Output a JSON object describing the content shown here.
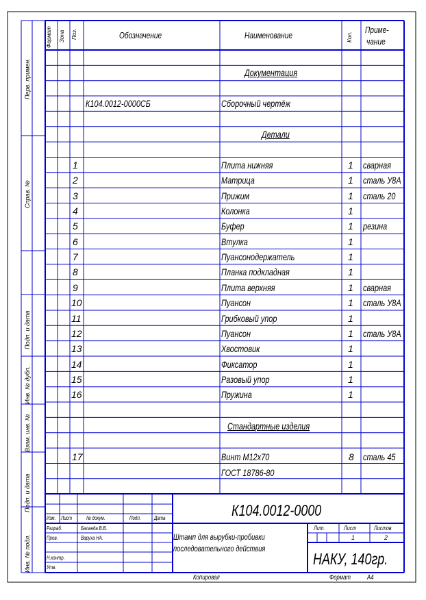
{
  "header": {
    "format": "Формат",
    "zone": "Зона",
    "pos": "Поз.",
    "designation": "Обозначение",
    "name": "Наименование",
    "qty": "Кол.",
    "note1": "Приме-",
    "note2": "чание"
  },
  "side": {
    "perv_primen": "Перв. примен.",
    "sprav_no": "Справ. №",
    "podp_data1": "Подп. и дата",
    "inv_dubl": "Инв. № дубл.",
    "vzam_inv": "Взам. инв. №",
    "podp_data2": "Подп. и дата",
    "inv_podl": "Инв. № подл."
  },
  "sections": {
    "docs": "Документация",
    "details": "Детали",
    "standard": "Стандартные изделия"
  },
  "assembly": {
    "designation": "К104.0012-0000СБ",
    "name": "Сборочный чертёж"
  },
  "rows": [
    {
      "pos": "1",
      "name": "Плита нижняя",
      "qty": "1",
      "note": "сварная"
    },
    {
      "pos": "2",
      "name": "Матрица",
      "qty": "1",
      "note": "сталь У8А"
    },
    {
      "pos": "3",
      "name": "Прижим",
      "qty": "1",
      "note": "сталь 20"
    },
    {
      "pos": "4",
      "name": "Колонка",
      "qty": "1",
      "note": ""
    },
    {
      "pos": "5",
      "name": "Буфер",
      "qty": "1",
      "note": "резина"
    },
    {
      "pos": "6",
      "name": "Втулка",
      "qty": "1",
      "note": ""
    },
    {
      "pos": "7",
      "name": "Пуансонодержатель",
      "qty": "1",
      "note": ""
    },
    {
      "pos": "8",
      "name": "Планка подкладная",
      "qty": "1",
      "note": ""
    },
    {
      "pos": "9",
      "name": "Плита верхняя",
      "qty": "1",
      "note": "сварная"
    },
    {
      "pos": "10",
      "name": "Пуансон",
      "qty": "1",
      "note": "сталь У8А"
    },
    {
      "pos": "11",
      "name": "Грибковый упор",
      "qty": "1",
      "note": ""
    },
    {
      "pos": "12",
      "name": "Пуансон",
      "qty": "1",
      "note": "сталь У8А"
    },
    {
      "pos": "13",
      "name": "Хвостовик",
      "qty": "1",
      "note": ""
    },
    {
      "pos": "14",
      "name": "Фиксатор",
      "qty": "1",
      "note": ""
    },
    {
      "pos": "15",
      "name": "Разовый упор",
      "qty": "1",
      "note": ""
    },
    {
      "pos": "16",
      "name": "Пружина",
      "qty": "1",
      "note": ""
    }
  ],
  "standard_item": {
    "pos": "17",
    "name": "Винт М12х70",
    "qty": "8",
    "note": "сталь 45",
    "name2": "ГОСТ 18786-80"
  },
  "title_block": {
    "code": "К104.0012-0000",
    "izm": "Изм.",
    "list": "Лист",
    "ndoc": "№ докум.",
    "podp": "Подп.",
    "date": "Дата",
    "razrab": "Разраб.",
    "razrab_name": "Баланда В.В.",
    "prov": "Пров.",
    "prov_name": "Варуха НА.",
    "nkontr": "Н.контр.",
    "utv": "Утв.",
    "title1": "Штамп для вырубки-пробивки",
    "title2": "последовательного действия",
    "lit": "Лит.",
    "list_h": "Лист",
    "listov_h": "Листов",
    "list_v": "1",
    "listov_v": "2",
    "org": "НАКУ, 140гр."
  },
  "footer": {
    "copied": "Копировал",
    "format": "Формат",
    "format_v": "А4"
  },
  "colors": {
    "frame": "#0000cc",
    "outer": "#000000"
  }
}
